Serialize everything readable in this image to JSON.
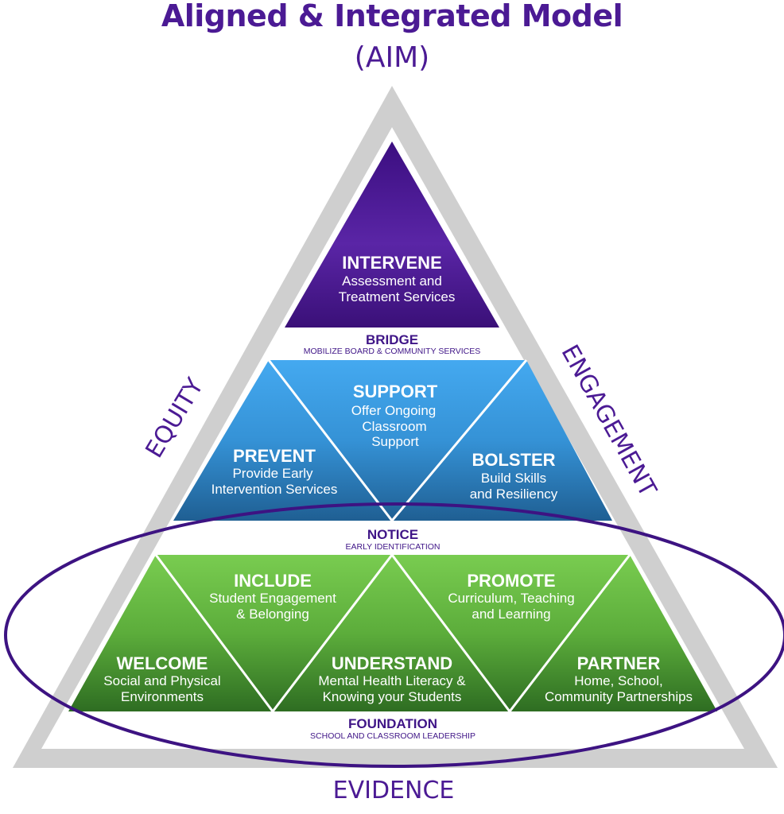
{
  "title": "Aligned & Integrated Model",
  "subtitle": "(AIM)",
  "colors": {
    "purple": "#4b1a94",
    "blue": "#3aa3ea",
    "green": "#6cc04a",
    "frame": "#cfcfcf"
  },
  "sides": {
    "left": "EQUITY",
    "right": "ENGAGEMENT",
    "bottom": "EVIDENCE"
  },
  "intervene": {
    "heading": "INTERVENE",
    "line1": "Assessment and",
    "line2": "Treatment Services"
  },
  "bridge": {
    "heading": "BRIDGE",
    "sub": "MOBILIZE BOARD & COMMUNITY SERVICES"
  },
  "support": {
    "heading": "SUPPORT",
    "line1": "Offer Ongoing",
    "line2": "Classroom",
    "line3": "Support"
  },
  "prevent": {
    "heading": "PREVENT",
    "line1": "Provide Early",
    "line2": "Intervention Services"
  },
  "bolster": {
    "heading": "BOLSTER",
    "line1": "Build Skills",
    "line2": "and Resiliency"
  },
  "notice": {
    "heading": "NOTICE",
    "sub": "EARLY IDENTIFICATION"
  },
  "include": {
    "heading": "INCLUDE",
    "line1": "Student Engagement",
    "line2": "& Belonging"
  },
  "promote": {
    "heading": "PROMOTE",
    "line1": "Curriculum, Teaching",
    "line2": "and Learning"
  },
  "welcome": {
    "heading": "WELCOME",
    "line1": "Social and Physical",
    "line2": "Environments"
  },
  "understand": {
    "heading": "UNDERSTAND",
    "line1": "Mental Health Literacy &",
    "line2": "Knowing your Students"
  },
  "partner": {
    "heading": "PARTNER",
    "line1": "Home, School,",
    "line2": "Community Partnerships"
  },
  "foundation": {
    "heading": "FOUNDATION",
    "sub": "SCHOOL AND CLASSROOM LEADERSHIP"
  }
}
